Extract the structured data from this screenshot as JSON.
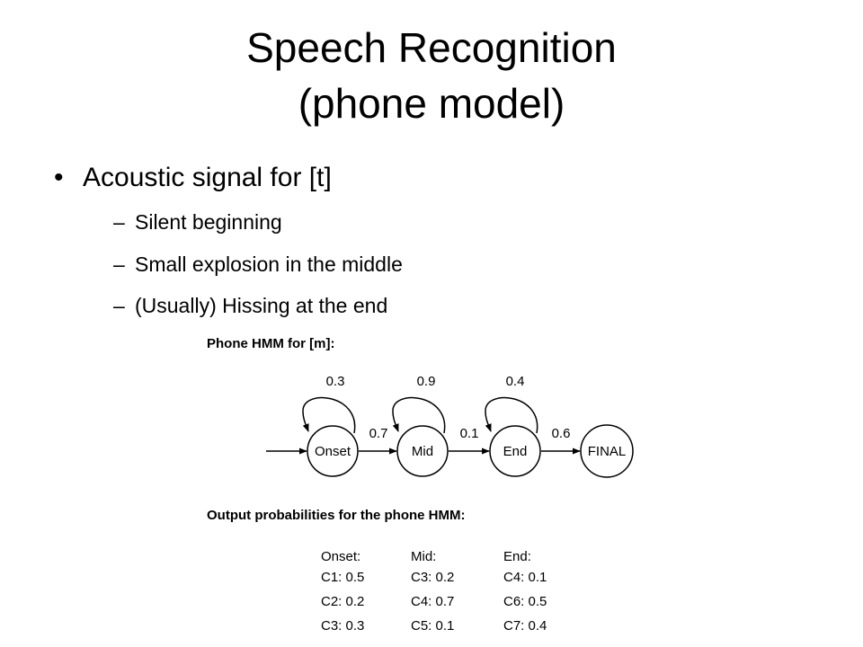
{
  "slide": {
    "title_line1": "Speech Recognition",
    "title_line2": "(phone model)",
    "bullet": "Acoustic signal for [t]",
    "bullet_marker": "•",
    "sub_marker": "–",
    "sub_items": [
      "Silent beginning",
      "Small explosion in the middle",
      "(Usually) Hissing at the end"
    ]
  },
  "diagram": {
    "header": "Phone HMM for [m]:",
    "states": [
      "Onset",
      "Mid",
      "End",
      "FINAL"
    ],
    "self_loops": [
      "0.3",
      "0.9",
      "0.4"
    ],
    "transitions": [
      "0.7",
      "0.1",
      "0.6"
    ]
  },
  "output": {
    "header": "Output probabilities for the phone HMM:",
    "columns": [
      {
        "head": "Onset:",
        "rows": [
          "C1: 0.5",
          "C2: 0.2",
          "C3: 0.3"
        ]
      },
      {
        "head": "Mid:",
        "rows": [
          "C3: 0.2",
          "C4: 0.7",
          "C5: 0.1"
        ]
      },
      {
        "head": "End:",
        "rows": [
          "C4: 0.1",
          "C6: 0.5",
          "C7: 0.4"
        ]
      }
    ]
  }
}
